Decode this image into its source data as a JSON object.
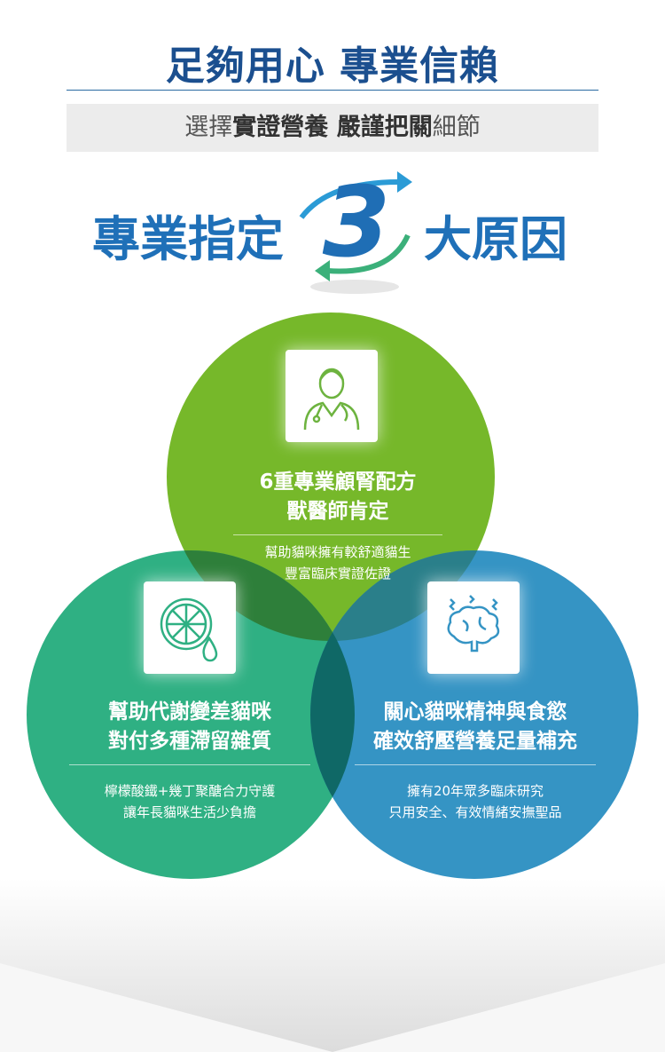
{
  "header": {
    "title": "足夠用心 專業信賴",
    "subtitle_light1": "選擇",
    "subtitle_bold1": "實證營養 嚴謹把關",
    "subtitle_light2": "細節"
  },
  "banner": {
    "left": "專業指定",
    "number": "3",
    "right": "大原因"
  },
  "colors": {
    "green": "#76b82a",
    "teal": "#2fb083",
    "blue": "#3594c4",
    "title": "#1b4f8f"
  },
  "reasons": [
    {
      "icon": "doctor-icon",
      "headline1": "6重專業顧腎配方",
      "headline2": "獸醫師肯定",
      "detail1": "幫助貓咪擁有較舒適貓生",
      "detail2": "豐富臨床實證佐證"
    },
    {
      "icon": "lemon-drop-icon",
      "headline1": "幫助代謝變差貓咪",
      "headline2": "對付多種滯留雜質",
      "detail1": "檸檬酸鐵+幾丁聚醣合力守護",
      "detail2": "讓年長貓咪生活少負擔"
    },
    {
      "icon": "brain-icon",
      "headline1": "關心貓咪精神與食慾",
      "headline2": "確效舒壓營養足量補充",
      "detail1": "擁有20年眾多臨床研究",
      "detail2": "只用安全、有效情緒安撫聖品"
    }
  ]
}
